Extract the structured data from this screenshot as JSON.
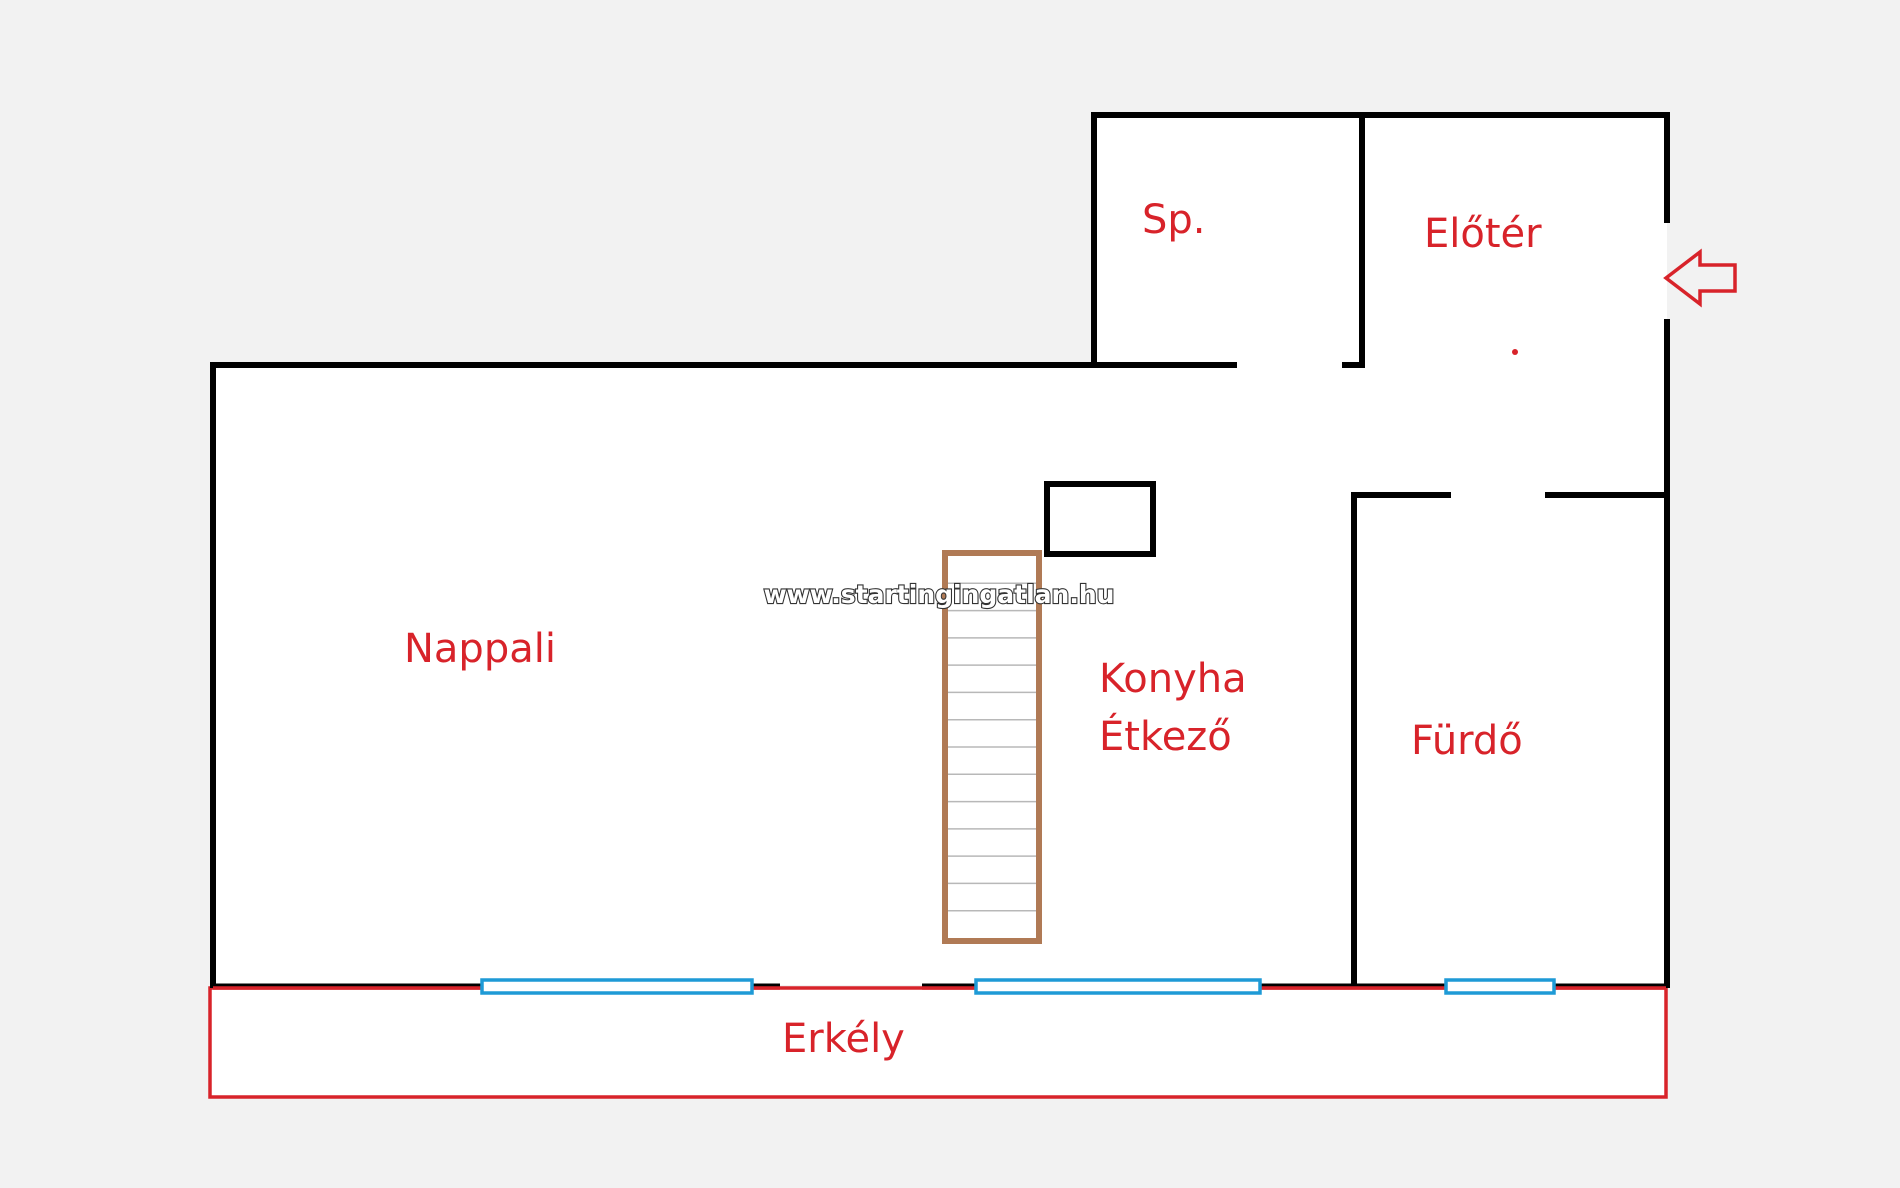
{
  "rooms": {
    "sp": "Sp.",
    "eloter": "Előtér",
    "nappali": "Nappali",
    "konyha": "Konyha",
    "etkezo": "Étkező",
    "furdo": "Fürdő",
    "erkely": "Erkély"
  },
  "watermark": "www.startingingatlan.hu",
  "entrance_icon": "entrance-arrow-icon",
  "stair_step_count": 13,
  "colors": {
    "background": "#f2f2f2",
    "floor": "#ffffff",
    "wall": "#000000",
    "label": "#d8232a",
    "balcony": "#d8232a",
    "window": "#1e9ad6",
    "stairs": "#b07a55"
  }
}
